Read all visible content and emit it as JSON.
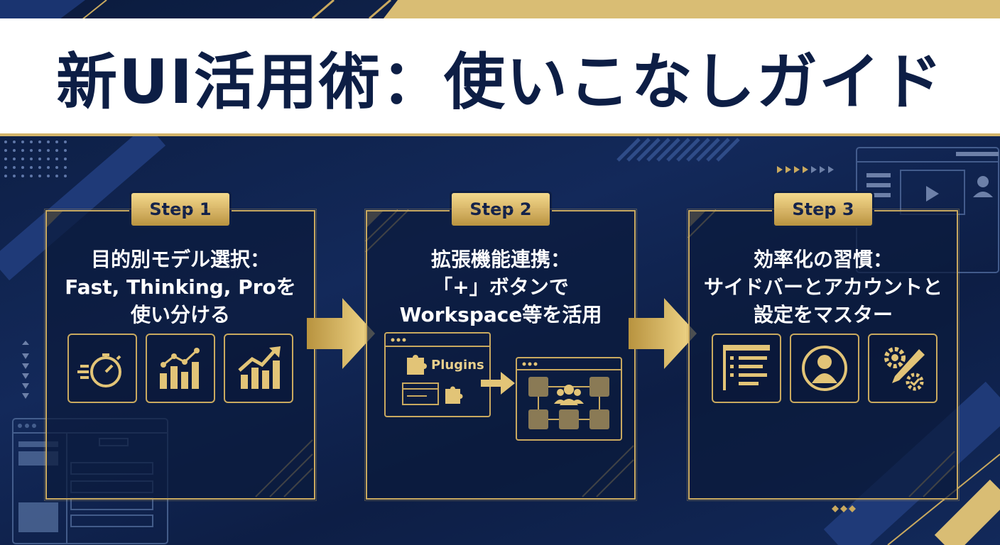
{
  "title": "新UI活用術：使いこなしガイド",
  "colors": {
    "navy": "#0e1f44",
    "gold": "#c9a95f",
    "light_gold": "#f3d98c",
    "white": "#ffffff"
  },
  "steps": [
    {
      "badge": "Step 1",
      "lines": [
        "目的別モデル選択：",
        "Fast, Thinking, Proを",
        "使い分ける"
      ],
      "icons": [
        "stopwatch-icon",
        "line-chart-icon",
        "growth-chart-icon"
      ]
    },
    {
      "badge": "Step 2",
      "lines": [
        "拡張機能連携：",
        "「+」ボタンで",
        "Workspace等を活用"
      ],
      "plugins_label": "Plugins",
      "icons": [
        "puzzle-icon",
        "workspace-network-icon"
      ]
    },
    {
      "badge": "Step 3",
      "lines": [
        "効率化の習慣：",
        "サイドバーとアカウントと",
        "設定をマスター"
      ],
      "icons": [
        "sidebar-list-icon",
        "account-icon",
        "settings-pencil-icon"
      ]
    }
  ]
}
